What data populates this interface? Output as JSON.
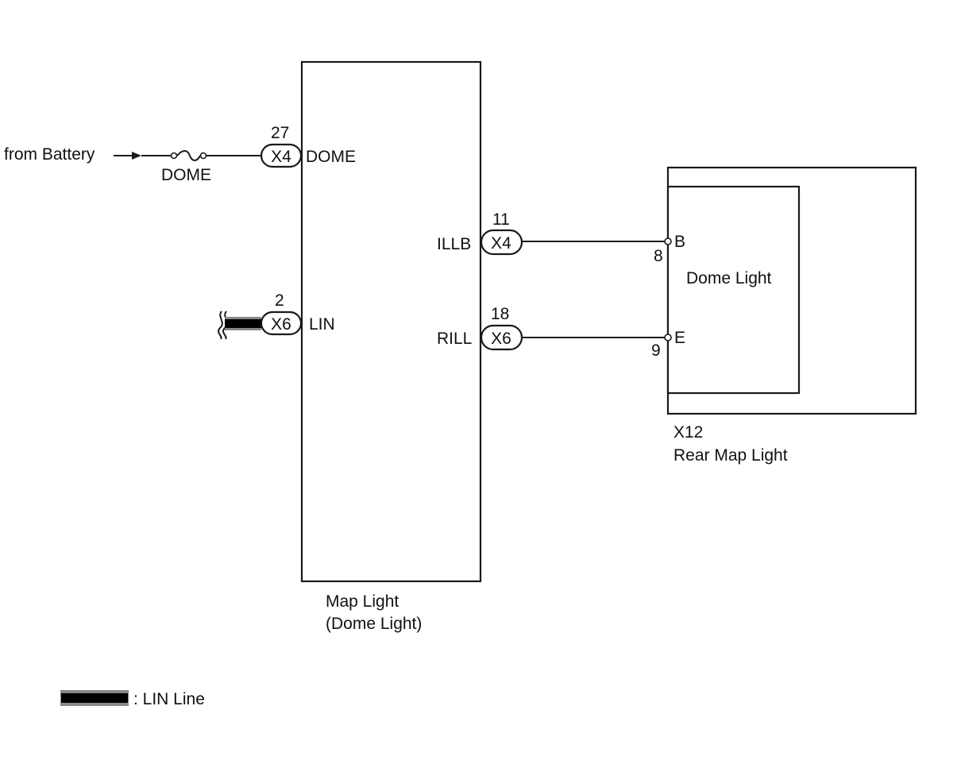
{
  "source": {
    "label": "from Battery"
  },
  "fuse": {
    "label": "DOME"
  },
  "main_component": {
    "name_line1": "Map Light",
    "name_line2": "(Dome Light)",
    "pins": {
      "dome": {
        "pin_number": "27",
        "connector": "X4",
        "terminal": "DOME"
      },
      "lin": {
        "pin_number": "2",
        "connector": "X6",
        "terminal": "LIN"
      },
      "illb": {
        "pin_number": "11",
        "connector": "X4",
        "terminal": "ILLB"
      },
      "rill": {
        "pin_number": "18",
        "connector": "X6",
        "terminal": "RILL"
      }
    }
  },
  "rear_component": {
    "connector": "X12",
    "name": "Rear Map Light",
    "inner_name": "Dome Light",
    "terminals": {
      "b": {
        "pin_number": "8",
        "terminal": "B"
      },
      "e": {
        "pin_number": "9",
        "terminal": "E"
      }
    }
  },
  "legend": {
    "lin_line_label": ": LIN Line"
  },
  "colors": {
    "line": "#1a1a1a",
    "lin_fill": "#000000",
    "lin_outline": "#888888"
  }
}
